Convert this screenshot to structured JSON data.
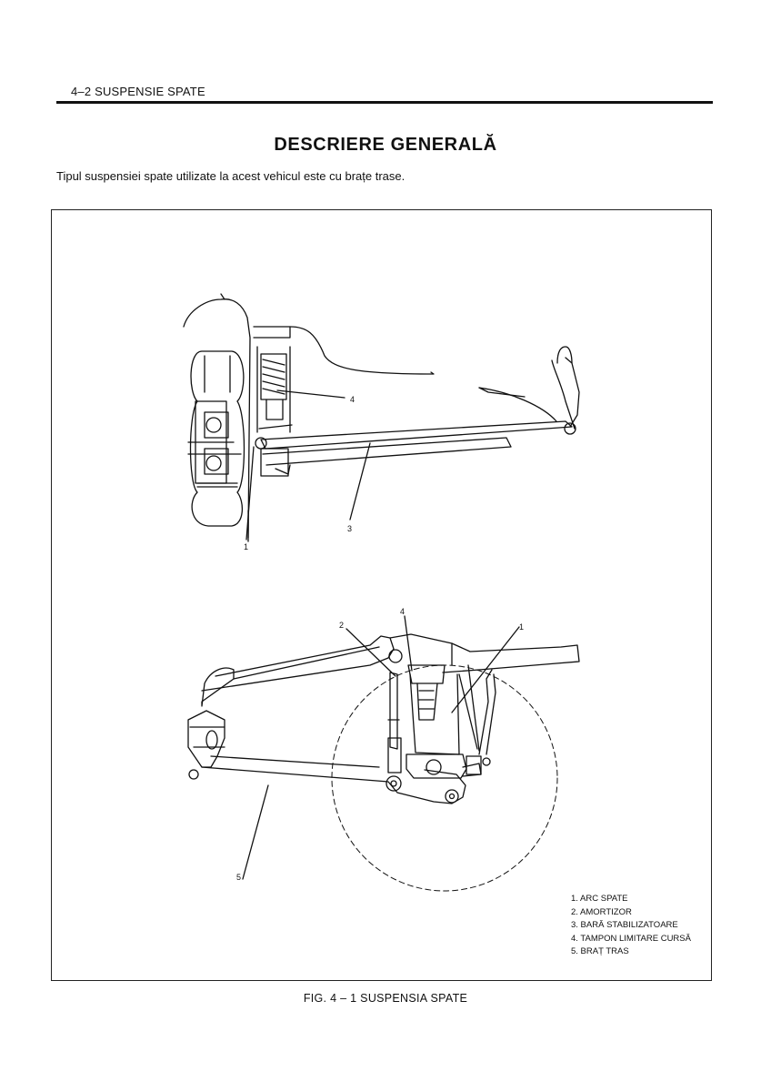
{
  "header": {
    "section": "4–2  SUSPENSIE SPATE"
  },
  "title": "DESCRIERE GENERALĂ",
  "intro": "Tipul suspensiei spate utilizate la acest vehicul este cu brațe trase.",
  "figure": {
    "callouts_top": [
      "4",
      "3",
      "1"
    ],
    "callouts_bottom": [
      "4",
      "2",
      "1",
      "5"
    ],
    "legend": [
      "1. ARC SPATE",
      "2. AMORTIZOR",
      "3. BARĂ STABILIZATOARE",
      "4. TAMPON LIMITARE CURSĂ",
      "5. BRAȚ TRAS"
    ],
    "caption": "FIG. 4 – 1  SUSPENSIA SPATE"
  }
}
